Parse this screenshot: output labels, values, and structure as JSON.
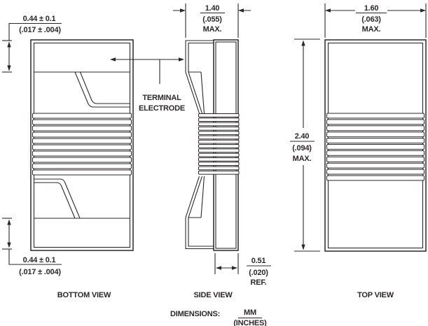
{
  "colors": {
    "line": "#2b2728",
    "background": "#ffffff"
  },
  "views": {
    "bottom": {
      "label": "BOTTOM VIEW"
    },
    "side": {
      "label": "SIDE VIEW"
    },
    "top": {
      "label": "TOP VIEW"
    }
  },
  "callout": {
    "terminal_electrode_line1": "TERMINAL",
    "terminal_electrode_line2": "ELECTRODE"
  },
  "dimensions": {
    "terminal_height_top": {
      "mm": "0.44 ± 0.1",
      "inches": "(.017 ± .004)"
    },
    "terminal_height_bottom": {
      "mm": "0.44 ± 0.1",
      "inches": "(.017 ± .004)"
    },
    "side_width": {
      "mm": "1.40",
      "inches": "(.055)",
      "qualifier": "MAX."
    },
    "top_width": {
      "mm": "1.60",
      "inches": "(.063)",
      "qualifier": "MAX."
    },
    "body_length": {
      "mm": "2.40",
      "inches": "(.094)",
      "qualifier": "MAX."
    },
    "terminal_wrap": {
      "mm": "0.51",
      "inches": "(.020)",
      "qualifier": "REF."
    }
  },
  "footer": {
    "label": "DIMENSIONS:",
    "numerator": "MM",
    "denominator": "(INCHES)"
  }
}
